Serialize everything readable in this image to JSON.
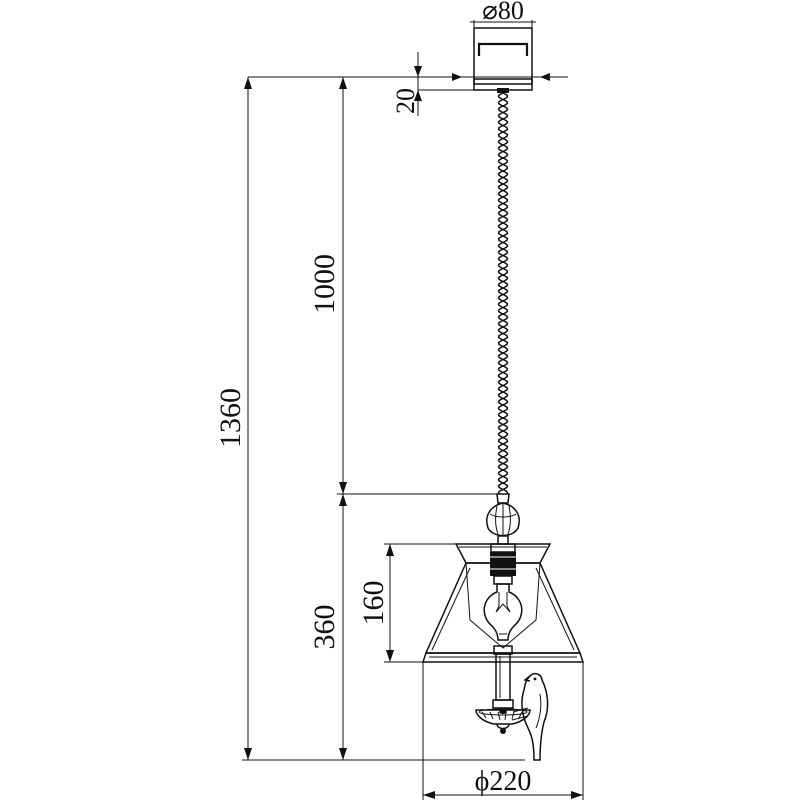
{
  "dimensions": {
    "canopy_diameter": "⌀80",
    "canopy_height": "20",
    "cord_length": "1000",
    "total_height": "1360",
    "fixture_height": "360",
    "shade_height": "160",
    "shade_diameter": "ϕ220"
  },
  "colors": {
    "line": "#111111",
    "background": "#ffffff"
  }
}
